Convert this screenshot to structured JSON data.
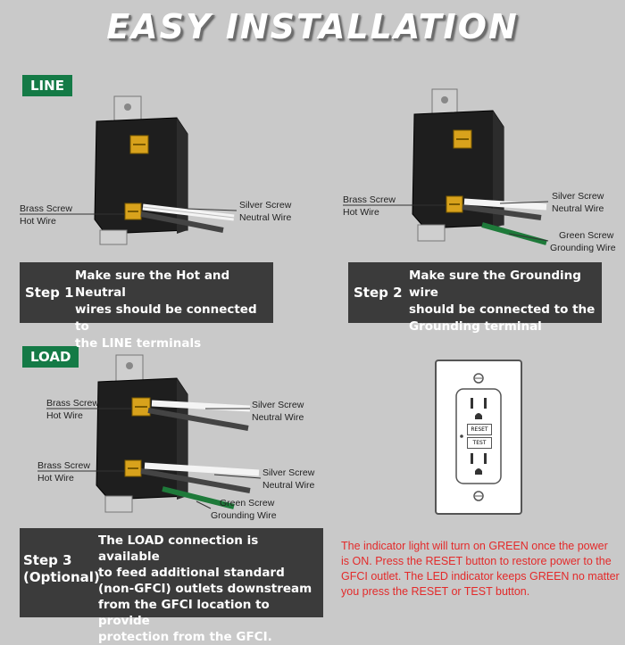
{
  "title": "EASY INSTALLATION",
  "sections": {
    "line_tag": "LINE",
    "load_tag": "LOAD"
  },
  "diagram1": {
    "brass_screw": "Brass Screw",
    "hot_wire": "Hot Wire",
    "silver_screw": "Silver Screw",
    "neutral_wire": "Neutral Wire"
  },
  "diagram2": {
    "brass_screw": "Brass Screw",
    "hot_wire": "Hot Wire",
    "silver_screw": "Silver Screw",
    "neutral_wire": "Neutral Wire",
    "green_screw": "Green Screw",
    "grounding_wire": "Grounding Wire"
  },
  "diagram3": {
    "brass_screw_1": "Brass Screw",
    "hot_wire_1": "Hot Wire",
    "silver_screw_1": "Silver Screw",
    "neutral_wire_1": "Neutral Wire",
    "brass_screw_2": "Brass Screw",
    "hot_wire_2": "Hot Wire",
    "silver_screw_2": "Silver Screw",
    "neutral_wire_2": "Neutral Wire",
    "green_screw": "Green Screw",
    "grounding_wire": "Grounding Wire"
  },
  "steps": {
    "step1_label": "Step 1",
    "step1_lines": [
      "Make sure the Hot and Neutral",
      "wires should be connected to",
      "the LINE terminals"
    ],
    "step2_label": "Step 2",
    "step2_lines": [
      "Make sure the Grounding wire",
      "should be connected to the",
      "Grounding terminal"
    ],
    "step3_label": "Step 3",
    "step3_sublabel": "(Optional)",
    "step3_lines": [
      "The LOAD connection is available",
      "to feed additional standard",
      "(non-GFCI) outlets downstream",
      "from the GFCI location to provide",
      "protection from the GFCI."
    ]
  },
  "outlet": {
    "reset_label": "RESET",
    "test_label": "TEST"
  },
  "note_lines": [
    "The indicator light will turn on GREEN once the power",
    "is ON. Press the RESET button to restore power to the",
    "GFCI outlet. The LED indicator keeps GREEN no matter",
    "you press the RESET or TEST button."
  ],
  "colors": {
    "background": "#c9c9c9",
    "tag_green": "#147a46",
    "step_box": "#3b3b3b",
    "note_red": "#e32a2a",
    "brass": "#d8a21c",
    "ground_green": "#1e7a3a"
  }
}
